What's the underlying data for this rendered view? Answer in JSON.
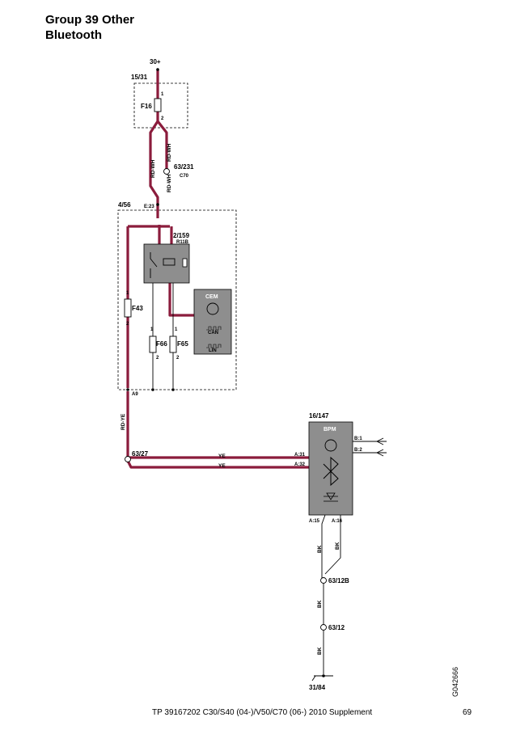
{
  "header": {
    "group": "Group 39 Other",
    "system": "Bluetooth"
  },
  "colors": {
    "power_wire": "#8b1c3c",
    "module_fill": "#8e8e8e",
    "wire_thin": "#000000"
  },
  "labels": {
    "supply": "30+",
    "fusebox_top": "15/31",
    "fuse_f16": "F16",
    "pin1": "1",
    "pin2": "2",
    "wire_rdwh": "RD-WH",
    "splice_63_231": "63/231",
    "c70": "C70",
    "cem_box": "4/56",
    "e23": "E:23",
    "relay_ref": "2/159",
    "relay_name": "R11B",
    "fuse_f43": "F43",
    "fuse_f66": "F66",
    "fuse_f65": "F65",
    "cem": "CEM",
    "can": "CAN",
    "lin": "LIN",
    "a9": "A9",
    "wire_rdye": "RD-YE",
    "splice_63_27": "63/27",
    "wire_ye": "YE",
    "bpm_ref": "16/147",
    "bpm": "BPM",
    "b1": "B:1",
    "b2": "B:2",
    "a31": "A:31",
    "a32": "A:32",
    "a15": "A:15",
    "a16": "A:16",
    "wire_bk": "BK",
    "splice_63_12b": "63/12B",
    "splice_63_12": "63/12",
    "ground": "31/84"
  },
  "footer": {
    "text": "TP 39167202 C30/S40 (04-)/V50/C70 (06-) 2010 Supplement",
    "page": "69",
    "doc_code": "G042666"
  }
}
